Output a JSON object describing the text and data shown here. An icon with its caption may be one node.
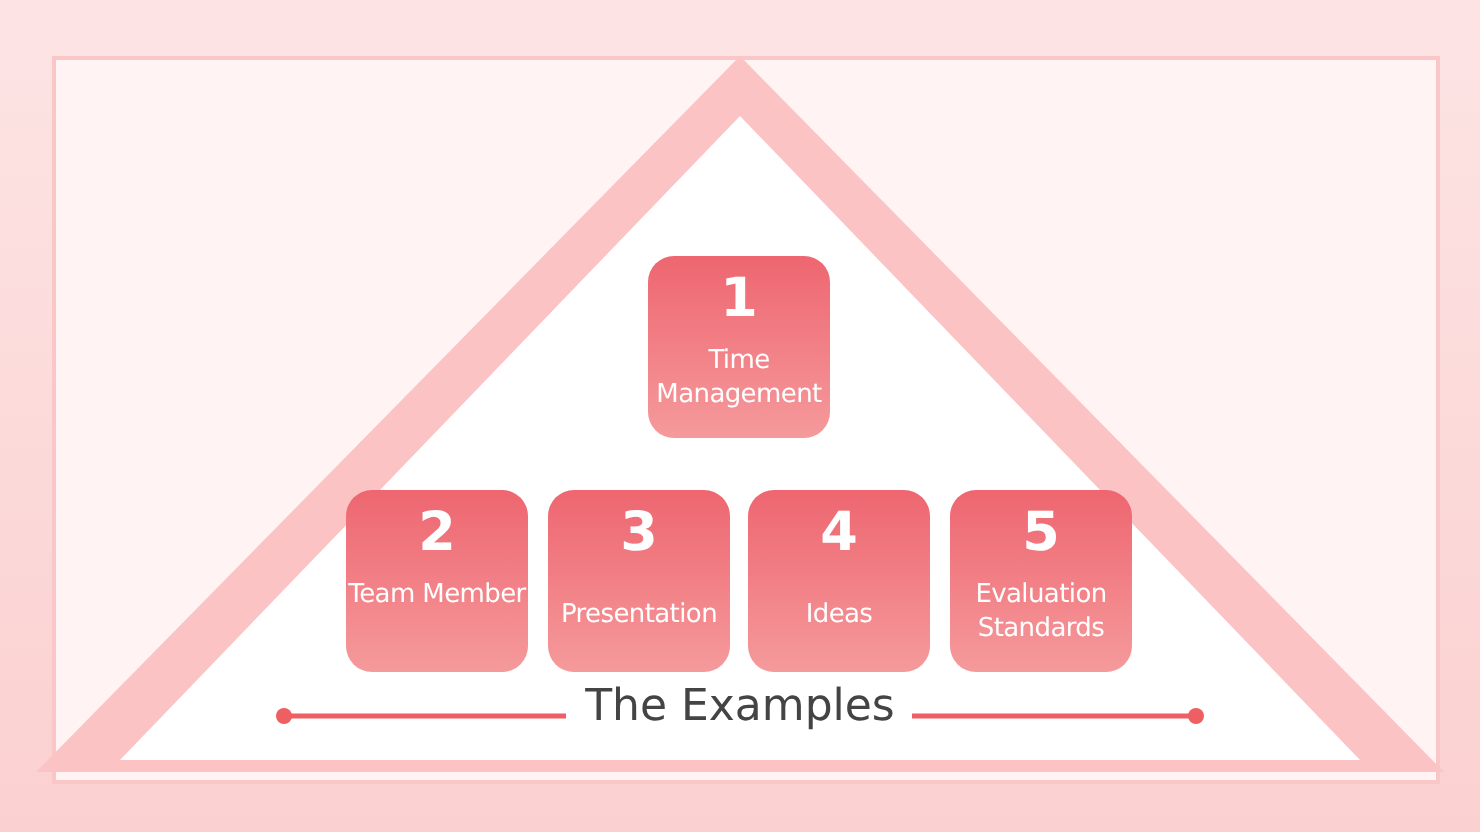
{
  "diagram": {
    "title": "The Examples",
    "nodes": [
      {
        "text": [
          "1",
          "Time Management"
        ]
      },
      {
        "text": [
          "2",
          "Team Member"
        ]
      },
      {
        "text": [
          "3",
          "Presentation"
        ]
      },
      {
        "text": [
          "4",
          "Ideas"
        ]
      },
      {
        "text": [
          "5",
          "Evaluation Standards"
        ]
      }
    ]
  }
}
